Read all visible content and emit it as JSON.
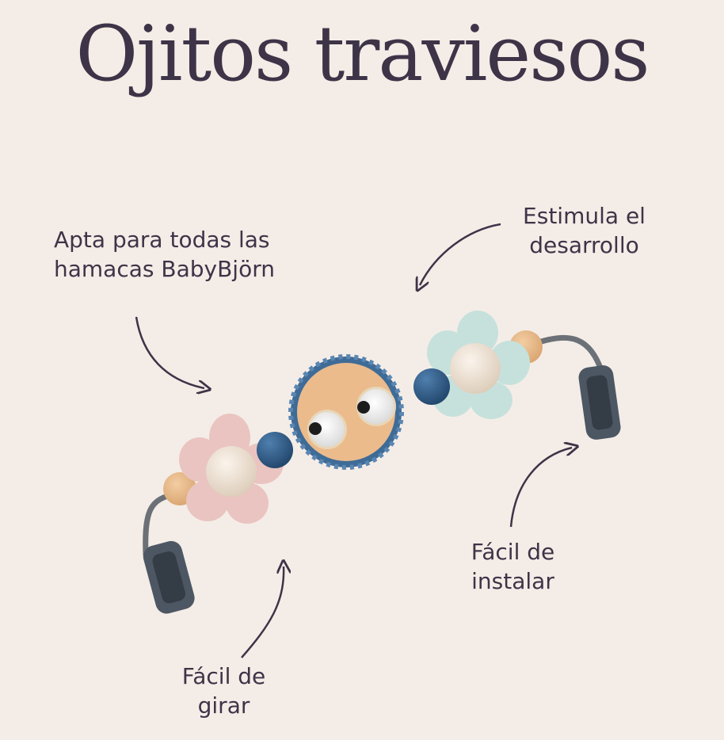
{
  "title": "Ojitos traviesos",
  "features": {
    "compatible": [
      "Apta para todas las",
      "hamacas BabyBjörn"
    ],
    "development": [
      "Estimula el",
      "desarrollo"
    ],
    "install": [
      "Fácil de",
      "instalar"
    ],
    "rotate": [
      "Fácil de",
      "girar"
    ]
  },
  "colors": {
    "background": "#f4ede7",
    "text": "#3e3448",
    "pink_flower": "#ebc3c0",
    "mint_flower": "#c4e0dc",
    "blue_bead": "#2f5f8c",
    "wood": "#e8b98a"
  }
}
